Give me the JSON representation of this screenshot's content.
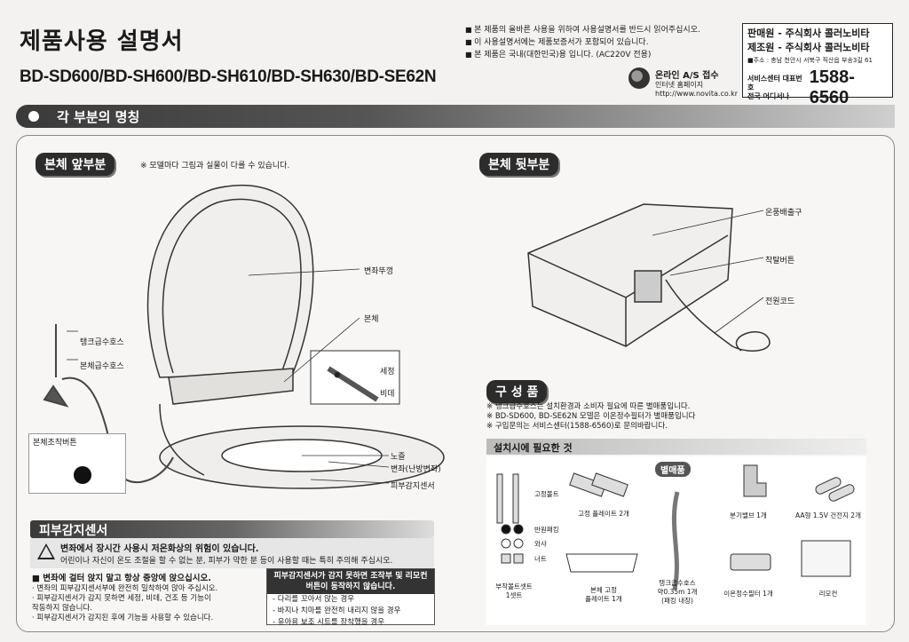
{
  "header": {
    "title": "제품사용 설명서",
    "models": "BD-SD600/BD-SH600/BD-SH610/BD-SH630/BD-SE62N",
    "notes": [
      "본 제품의 올바른 사용을 위하여 사용설명서를 반드시 읽어주십시오.",
      "이 사용설명서에는 제품보증서가 포함되어 있습니다.",
      "본 제품은 국내(대한민국)용 입니다. (AC220V 전용)"
    ],
    "online": {
      "title": "온라인 A/S 접수",
      "line1": "인터넷 홈페이지",
      "url": "http://www.novita.co.kr"
    },
    "seller": {
      "sales": "판매원 - 주식회사 콜러노비타",
      "maker": "제조원 - 주식회사 콜러노비타",
      "address": "■주소 : 충남 천안시 서북구 직산읍 부송3길 61",
      "service_line1": "서비스센터 대표번호",
      "service_line2": "전국 어디서나",
      "phone": "1588-6560"
    }
  },
  "section_banner": "각 부분의 명칭",
  "front": {
    "pill": "본체 앞부분",
    "note": "※ 모델마다 그림과 실물이 다를 수 있습니다.",
    "labels": {
      "lid": "변좌뚜껑",
      "body": "본체",
      "tank_hose": "탱크급수호스",
      "body_hose": "본체급수호스",
      "wash": "세정",
      "bidet": "비데",
      "nozzle": "노즐",
      "seat": "변좌(난방변좌)",
      "sensor": "피부감지센서",
      "control_btn": "본체조작버튼"
    }
  },
  "back": {
    "pill": "본체 뒷부분",
    "labels": {
      "vent": "온풍배출구",
      "detach": "착탈버튼",
      "cord": "전원코드"
    }
  },
  "sensor": {
    "title": "피부감지센서",
    "warn_title": "변좌에서 장시간 사용시 저온화상의 위험이 있습니다.",
    "warn_text": "어린이나 자신이 온도 조절을 할 수 없는 분, 피부가 약한 분 등이 사용할 때는 특히 주의해 주십시오.",
    "bullet_head": "■ 변좌에 걸터 앉지 말고 항상 중앙에 앉으십시오.",
    "bullets": [
      "· 변좌의 피부감지센서부에 완전히 밀착하여 앉아 주십시오.",
      "· 피부감지센서가 감지 못하면 세정, 비데, 건조 등 기능이",
      "  작동하지 않습니다.",
      "· 피부감지센서가 감지된 후에 기능을 사용할 수 있습니다."
    ],
    "box_head": "피부감지센서가 감지 못하면 조작부 및 리모컨 버튼이 동작하지 않습니다.",
    "box_items": [
      "- 다리를 꼬아서 앉는 경우",
      "- 바지나 치마를 완전히 내리지 않을 경우",
      "- 유아용 보조 시트를 장착했을 경우"
    ]
  },
  "components": {
    "pill": "구 성 품",
    "notes": [
      "※ 탱크급수호스는 설치환경과 소비자 필요에 따른 별매품입니다.",
      "※ BD-SD600, BD-SE62N 모델은 이온정수필터가 별매품입니다",
      "※ 구입문의는 서비스센터(1588-6560)로 문의바랍니다."
    ],
    "install_title": "설치시에 필요한 것",
    "sold_separately": "별매품",
    "items": {
      "bolt": "고정볼트",
      "packing": "반원패킹",
      "washer": "와샤",
      "nut": "너트",
      "bolt_set": "부착볼트셋트",
      "bolt_set_qty": "1셋트",
      "fix_plate": "고정 플레이트 2개",
      "body_plate_1": "본체 고정",
      "body_plate_2": "플레이트 1개",
      "tank_hose_1": "탱크급수호스",
      "tank_hose_2": "약0.35m 1개",
      "tank_hose_3": "(패킹 내장)",
      "valve": "분기밸브 1개",
      "battery": "AA형 1.5V 건전지 2개",
      "filter": "이온정수필터 1개",
      "remote": "리모컨"
    }
  }
}
